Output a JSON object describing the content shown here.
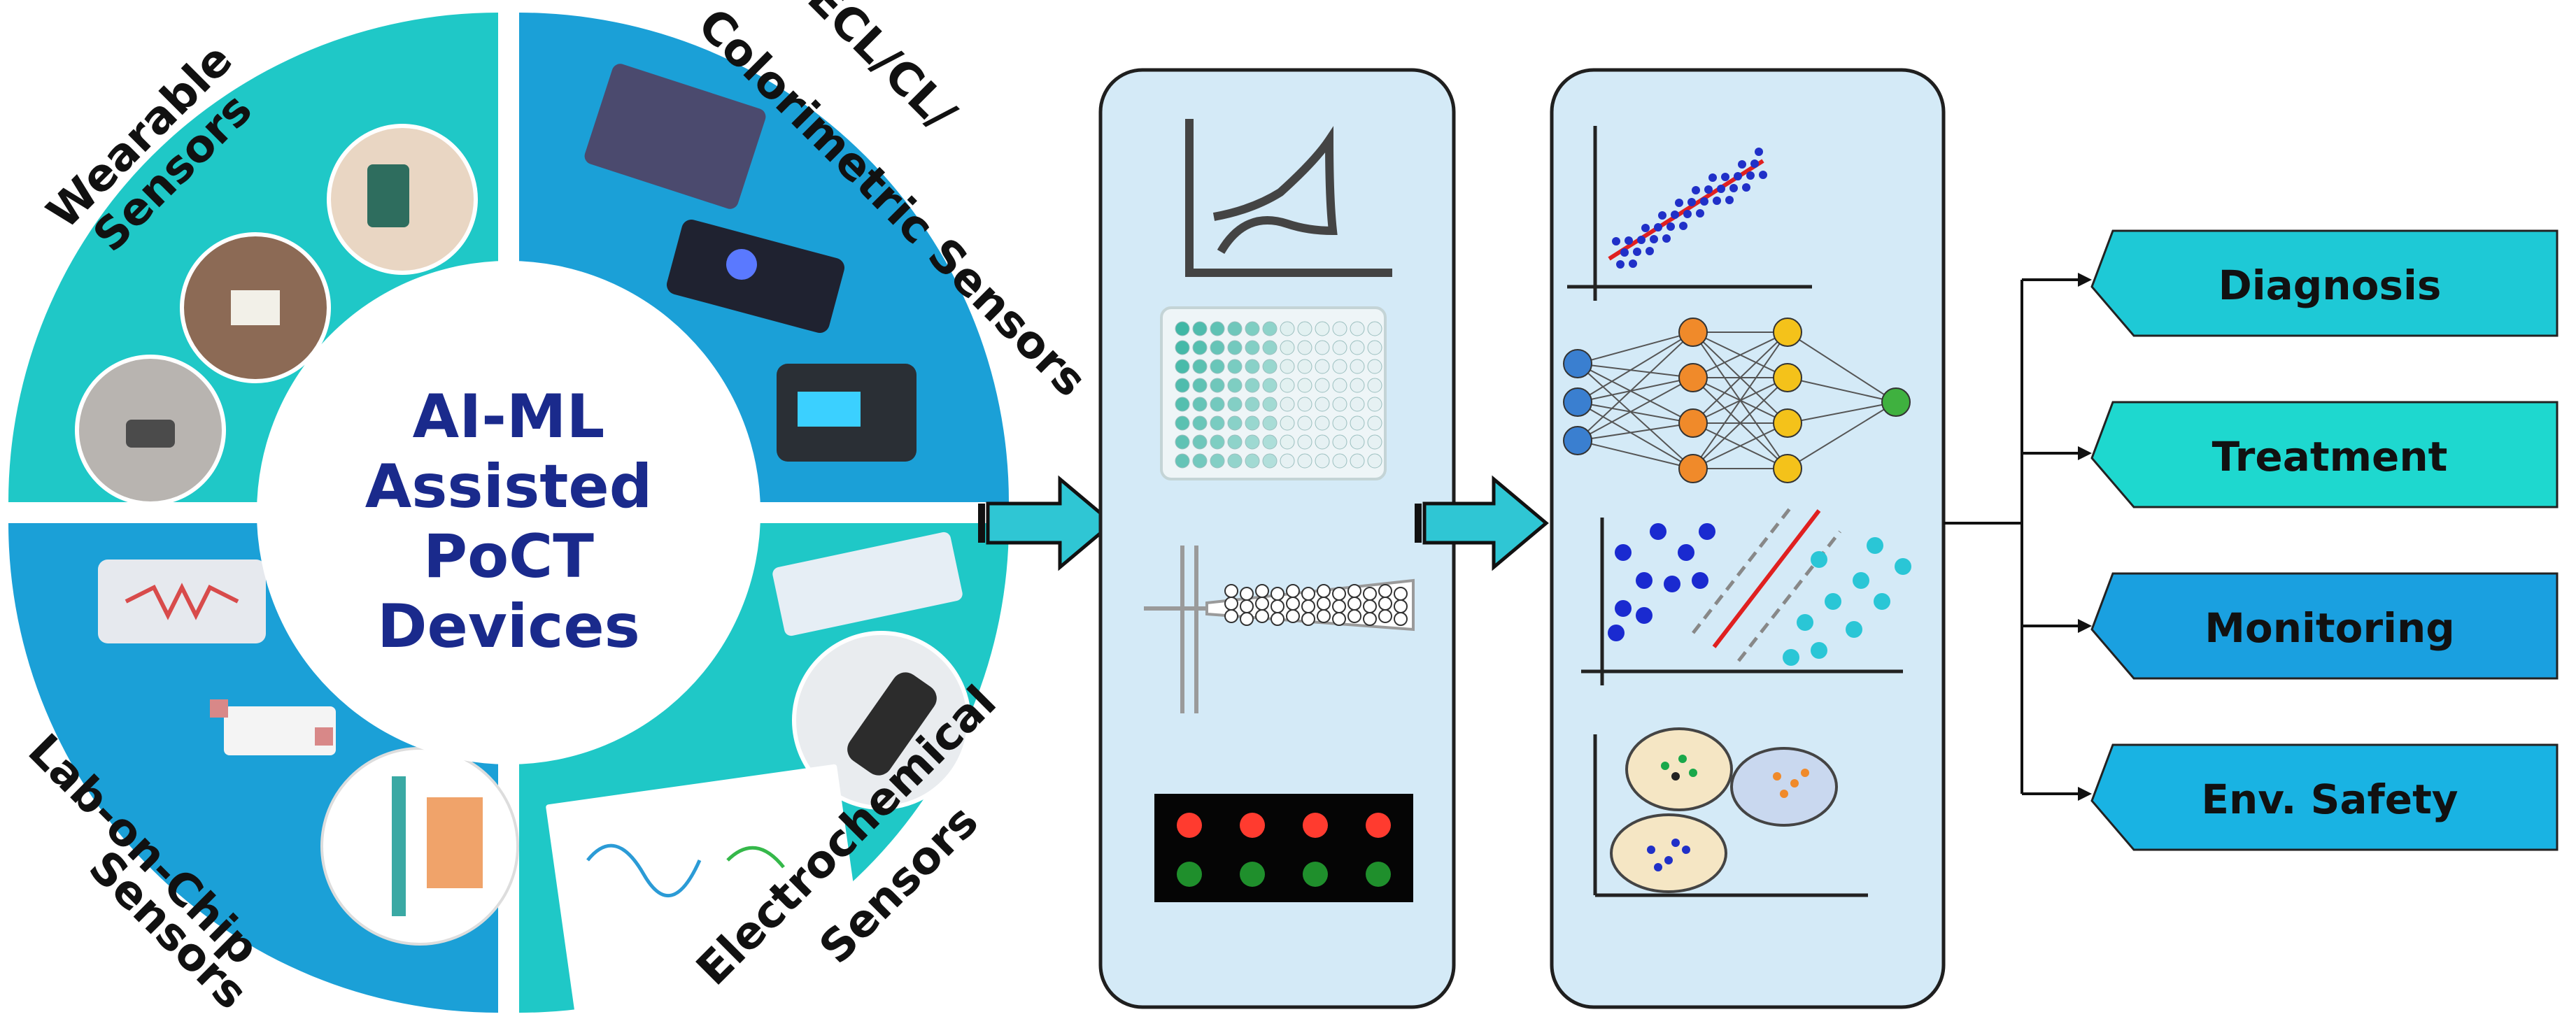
{
  "center": {
    "lines": [
      "AI-ML",
      "Assisted",
      "PoCT",
      "Devices"
    ]
  },
  "quadrants": {
    "wearable": {
      "lines": [
        "Wearable",
        "Sensors"
      ]
    },
    "ecl": {
      "lines": [
        "ECL/CL/",
        "Colorimetric Sensors"
      ]
    },
    "lab_on_chip": {
      "lines": [
        "Lab-on-Chip",
        "Sensors"
      ]
    },
    "electrochemical": {
      "lines": [
        "Electrochemical",
        "Sensors"
      ]
    }
  },
  "outputs": [
    {
      "label": "Diagnosis"
    },
    {
      "label": "Treatment"
    },
    {
      "label": "Monitoring"
    },
    {
      "label": "Env. Safety"
    }
  ],
  "colors": {
    "quadrant_teal": "#1fc8c7",
    "quadrant_blue": "#1ba0d7",
    "center_text": "#1a2a8c",
    "panel_fill": "#d4eaf7",
    "arrow": "#2fc6d4",
    "output_teal": "#1ec9d6",
    "output_mint": "#1ed8cf",
    "output_blue": "#1aa0e0",
    "output_sky": "#19b3e3"
  },
  "icons": [
    "wearable-device-photo",
    "biosensor-reader-photo",
    "microfluidic-chip-photo",
    "electrochemical-strip-photo",
    "voltammogram-icon",
    "well-plate-icon",
    "droplet-microfluidic-icon",
    "fluorescence-array-icon",
    "regression-plot-icon",
    "neural-network-icon",
    "svm-classifier-icon",
    "clustering-icon"
  ]
}
